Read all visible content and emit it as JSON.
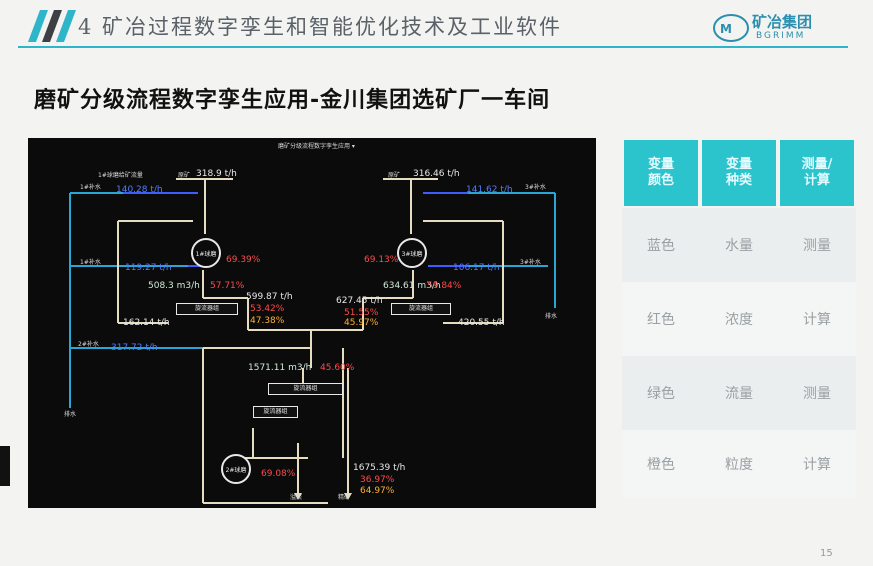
{
  "header": {
    "title": "4 矿冶过程数字孪生和智能优化技术及工业软件",
    "logo_text": "矿冶集团",
    "logo_sub": "BGRIMM",
    "accent": "#2fb5c9"
  },
  "page_title": "磨矿分级流程数字孪生应用-金川集团选矿厂一车间",
  "page_number": "15",
  "diagram": {
    "window_title": "磨矿分级流程数字孪生应用 ▾",
    "labels": {
      "feed_label": "1#球磨给矿流量",
      "ore_label_left": "原矿",
      "ore_left": "318.9 t/h",
      "ore_right": "316.46 t/h",
      "ore_label_right": "原矿",
      "water_1_label": "1#补水",
      "water_1": "140.28 t/h",
      "water_3_label": "3#补水",
      "water_3": "141.62 t/h",
      "water_1b_label": "1#补水",
      "water_1b": "119.27 t/h",
      "water_3b_label": "3#补水",
      "water_3b": "106.17 t/h",
      "mill_1": "1#球磨",
      "mill_3": "3#球磨",
      "mill_2": "2#球磨",
      "mill_1_pct": "69.39%",
      "mill_3_pct": "69.13%",
      "flow_1": "508.3 m3/h",
      "flow_1_pct": "57.71%",
      "flow_3": "634.61 m3/h",
      "flow_3_pct": "59.84%",
      "cyc_1_feed": "599.87 t/h",
      "cyc_1_a": "53.42%",
      "cyc_1_b": "47.38%",
      "cyc_3_feed": "627.45 t/h",
      "cyc_3_a": "51.55%",
      "cyc_3_b": "45.97%",
      "cyc_1_name": "旋流器组",
      "cyc_3_name": "旋流器组",
      "under_1": "162.14 t/h",
      "under_3": "420.55 t/h",
      "water_2_label": "2#补水",
      "water_2": "317.72 t/h",
      "flow_2": "1571.11 m3/h",
      "flow_2_pct": "45.60%",
      "cyc_2_name": "旋流器组",
      "cyc_2b_name": "旋流器组",
      "mill_2_pct": "69.08%",
      "product_flow": "1675.39 t/h",
      "product_a": "36.97%",
      "product_b": "64.97%",
      "out_left": "溢流",
      "out_right": "精矿",
      "drain_left": "排水",
      "drain_right": "排水"
    }
  },
  "legend": {
    "headers": [
      "变量\n颜色",
      "变量\n种类",
      "测量/\n计算"
    ],
    "rows": [
      [
        "蓝色",
        "水量",
        "测量"
      ],
      [
        "红色",
        "浓度",
        "计算"
      ],
      [
        "绿色",
        "流量",
        "测量"
      ],
      [
        "橙色",
        "粒度",
        "计算"
      ]
    ],
    "header_color": "#2bc3cc"
  }
}
